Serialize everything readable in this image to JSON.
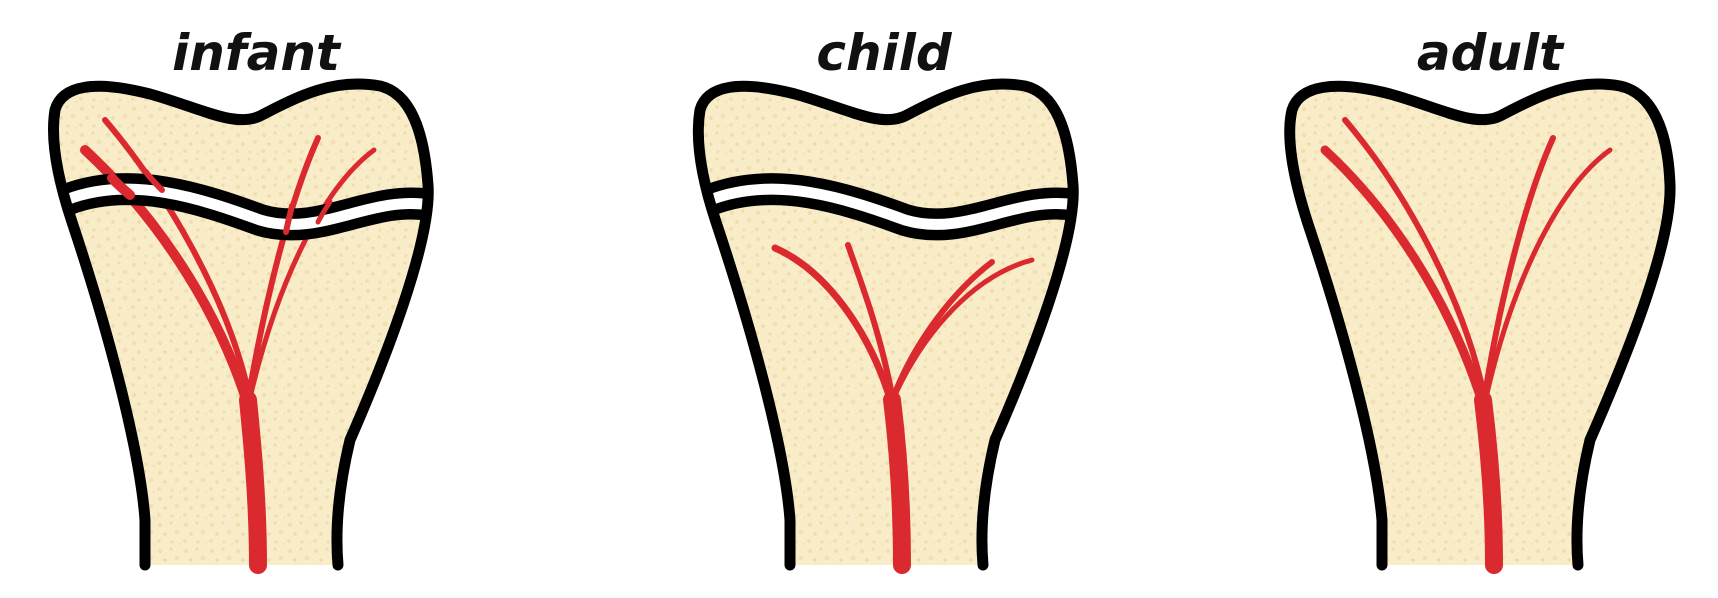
{
  "colors": {
    "bone": "#f8edc8",
    "bone_speckle": "#eed9a6",
    "outline": "#000000",
    "vessel": "#db2a2f",
    "growth_plate_gap": "#ffffff",
    "background": "#ffffff"
  },
  "panels": [
    {
      "id": "infant",
      "label": "infant",
      "has_growth_plate": true,
      "vessels_cross_plate": true
    },
    {
      "id": "child",
      "label": "child",
      "has_growth_plate": true,
      "vessels_cross_plate": false
    },
    {
      "id": "adult",
      "label": "adult",
      "has_growth_plate": false,
      "vessels_cross_plate": true
    }
  ]
}
